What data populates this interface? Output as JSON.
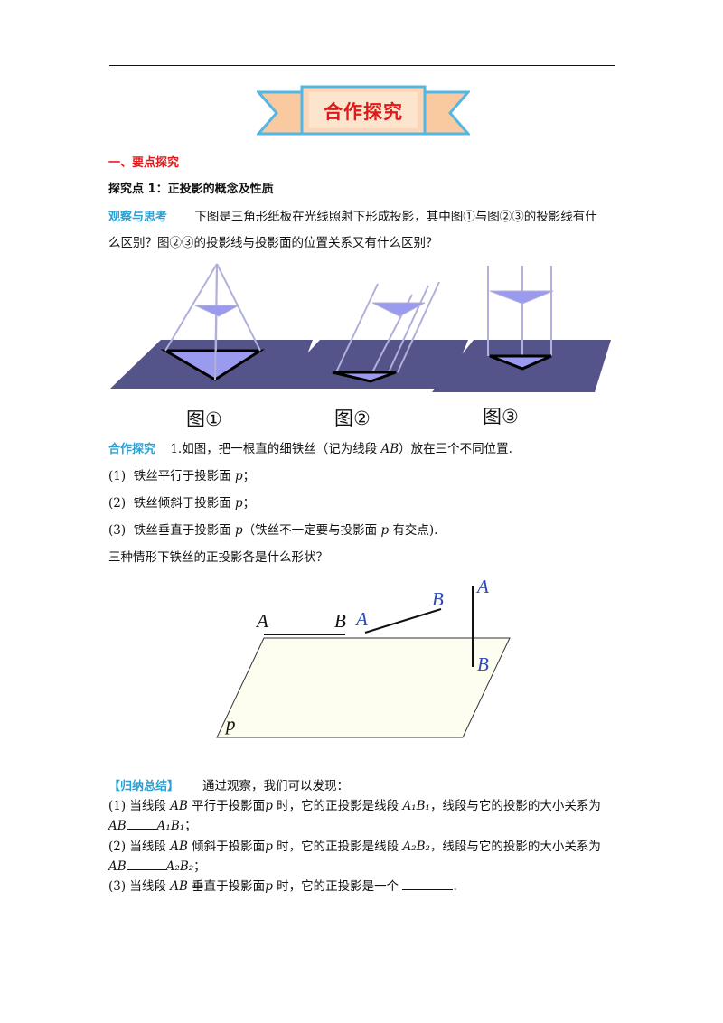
{
  "banner": {
    "title": "合作探究"
  },
  "section": {
    "heading": "一、要点探究",
    "subheading": "探究点 1：正投影的概念及性质"
  },
  "observe": {
    "label": "观察与思考",
    "text_line1": "下图是三角形纸板在光线照射下形成投影，其中图①与图②③的投影线有什",
    "text_line2": "么区别？图②③的投影线与投影面的位置关系又有什么区别？"
  },
  "figures": {
    "captions": [
      "图①",
      "图②",
      "图③"
    ],
    "colors": {
      "plane": "#54548a",
      "triangle": "#9a9aee",
      "rays": "#b0b0da"
    }
  },
  "cooperate": {
    "label": "合作探究",
    "intro_a": "1.如图，把一根直的细铁丝（记为线段 ",
    "intro_ab": "AB",
    "intro_b": "）放在三个不同位置.",
    "items": [
      {
        "num": "(1)",
        "text": "铁丝平行于投影面 ",
        "var": "p",
        "tail": "；"
      },
      {
        "num": "(2)",
        "text": "铁丝倾斜于投影面 ",
        "var": "p",
        "tail": "；"
      },
      {
        "num": "(3)",
        "text": "铁丝垂直于投影面 ",
        "var": "p",
        "tail": "（铁丝不一定要与投影面 ",
        "var2": "p",
        "tail2": " 有交点)."
      }
    ],
    "question": "三种情形下铁丝的正投影各是什么形状？"
  },
  "wire_figure": {
    "labels": {
      "A1": "A",
      "B1": "B",
      "A2": "A",
      "B2": "B",
      "A3": "A",
      "B3": "B",
      "p": "p"
    },
    "colors": {
      "plane_fill": "#fdfdf0",
      "label_blue": "#2f4db0"
    }
  },
  "summary": {
    "label": "【归纳总结】",
    "intro": "通过观察，我们可以发现：",
    "l1a": "(1)  当线段 ",
    "l1ab": "AB",
    "l1b": " 平行于投影面",
    "l1p": "p",
    "l1c": " 时，它的正投影是线段 ",
    "l1seg": "A₁B₁",
    "l1d": "，线段与它的投影的大小关系为",
    "l2ab": "AB",
    "l2seg": "A₁B₁",
    "l2end": "；",
    "l3a": "(2)  当线段 ",
    "l3ab": "AB",
    "l3b": " 倾斜于投影面",
    "l3p": "p",
    "l3c": " 时，它的正投影是线段 ",
    "l3seg": "A₂B₂",
    "l3d": "，线段与它的投影的大小关系为",
    "l4ab": "AB",
    "l4seg": "A₂B₂",
    "l4end": "；",
    "l5a": "(3)  当线段 ",
    "l5ab": "AB",
    "l5b": " 垂直于投影面",
    "l5p": "p",
    "l5c": " 时，它的正投影是一个 ",
    "l5end": "."
  }
}
